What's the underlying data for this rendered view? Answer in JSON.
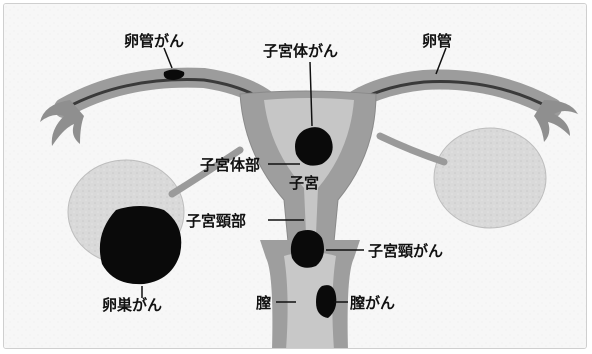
{
  "labels": {
    "tubal_cancer": "卵管がん",
    "uterine_body_cancer": "子宮体がん",
    "fallopian_tube": "卵管",
    "uterine_body": "子宮体部",
    "uterus": "子宮",
    "cervix": "子宮頸部",
    "cervical_cancer": "子宮頸がん",
    "ovarian_cancer": "卵巣がん",
    "vagina": "膣",
    "vaginal_cancer": "膣がん"
  },
  "colors": {
    "tissue_dark": "#8a8a8a",
    "tissue_mid": "#a9a9a9",
    "tissue_light": "#c4c4c4",
    "ovary": "#d8d8d8",
    "tumor": "#0a0a0a",
    "text": "#111111"
  }
}
